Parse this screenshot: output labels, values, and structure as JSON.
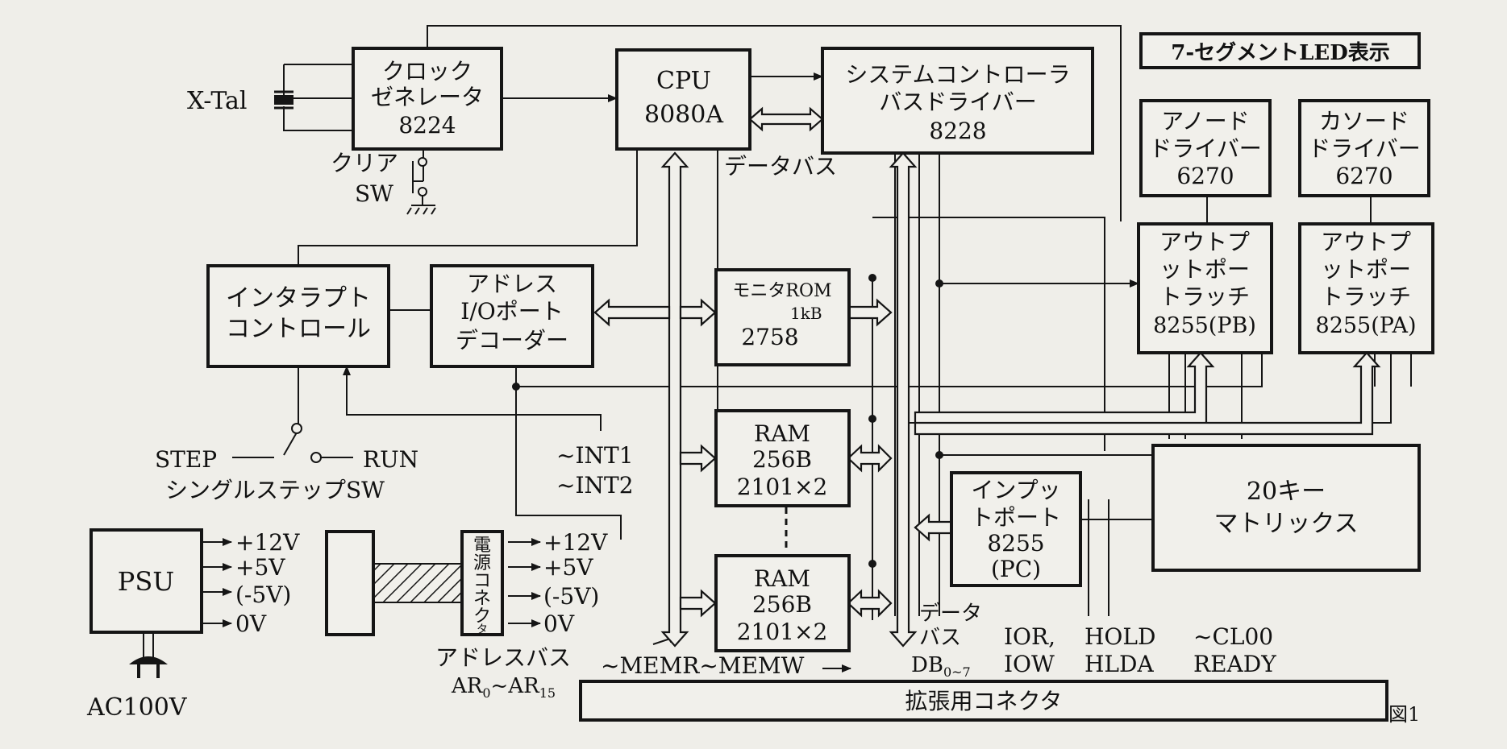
{
  "blocks": {
    "clock": [
      "クロック",
      "ゼネレータ",
      "8224"
    ],
    "cpu": [
      "CPU",
      "8080A"
    ],
    "syscon": [
      "システムコントローラ",
      "バスドライバー",
      "8228"
    ],
    "led": "7-セグメントLED表示",
    "anode": [
      "アノード",
      "ドライバー",
      "6270"
    ],
    "cathode": [
      "カソード",
      "ドライバー",
      "6270"
    ],
    "interrupt": [
      "インタラプト",
      "コントロール"
    ],
    "addrdec": [
      "アドレス",
      "I/Oポート",
      "デコーダー"
    ],
    "rom": [
      "モニタROM",
      "1kB",
      "2758"
    ],
    "outpb": [
      "アウトプ",
      "ットポー",
      "トラッチ",
      "8255(PB)"
    ],
    "outpa": [
      "アウトプ",
      "ットポー",
      "トラッチ",
      "8255(PA)"
    ],
    "ram1": [
      "RAM",
      "256B",
      "2101×2"
    ],
    "ram2": [
      "RAM",
      "256B",
      "2101×2"
    ],
    "inport": [
      "インプッ",
      "トポート",
      "8255",
      "(PC)"
    ],
    "keymatrix": [
      "20キー",
      "マトリックス"
    ],
    "psu": "PSU",
    "powerconn": [
      "電",
      "源",
      "コ",
      "ネ",
      "ク",
      "タ"
    ],
    "expansion": "拡張用コネクタ"
  },
  "labels": {
    "xtal": "X-Tal",
    "clear_sw": [
      "クリア",
      "SW"
    ],
    "databus": "データバス",
    "step": "STEP",
    "run": "RUN",
    "single_step": "シングルステップSW",
    "int1": "~INT1",
    "int2": "~INT2",
    "psu_out": [
      "+12V",
      "+5V",
      "(-5V)",
      "0V"
    ],
    "conn_out": [
      "+12V",
      "+5V",
      "(-5V)",
      "0V"
    ],
    "ac": "AC100V",
    "addrbus": "アドレスバス",
    "ar_main": "AR",
    "ar_sub0": "0",
    "ar_mid": "~AR",
    "ar_sub15": "15",
    "memrw": "~MEMR~MEMW",
    "databus2": [
      "データ",
      "バス"
    ],
    "db_main": "DB",
    "db_sub": "0~7",
    "sig_col1": [
      "IOR,",
      "IOW"
    ],
    "sig_col2": [
      "HOLD",
      "HLDA"
    ],
    "sig_col3": [
      "~CL00",
      "READY"
    ],
    "figure": "図1"
  }
}
